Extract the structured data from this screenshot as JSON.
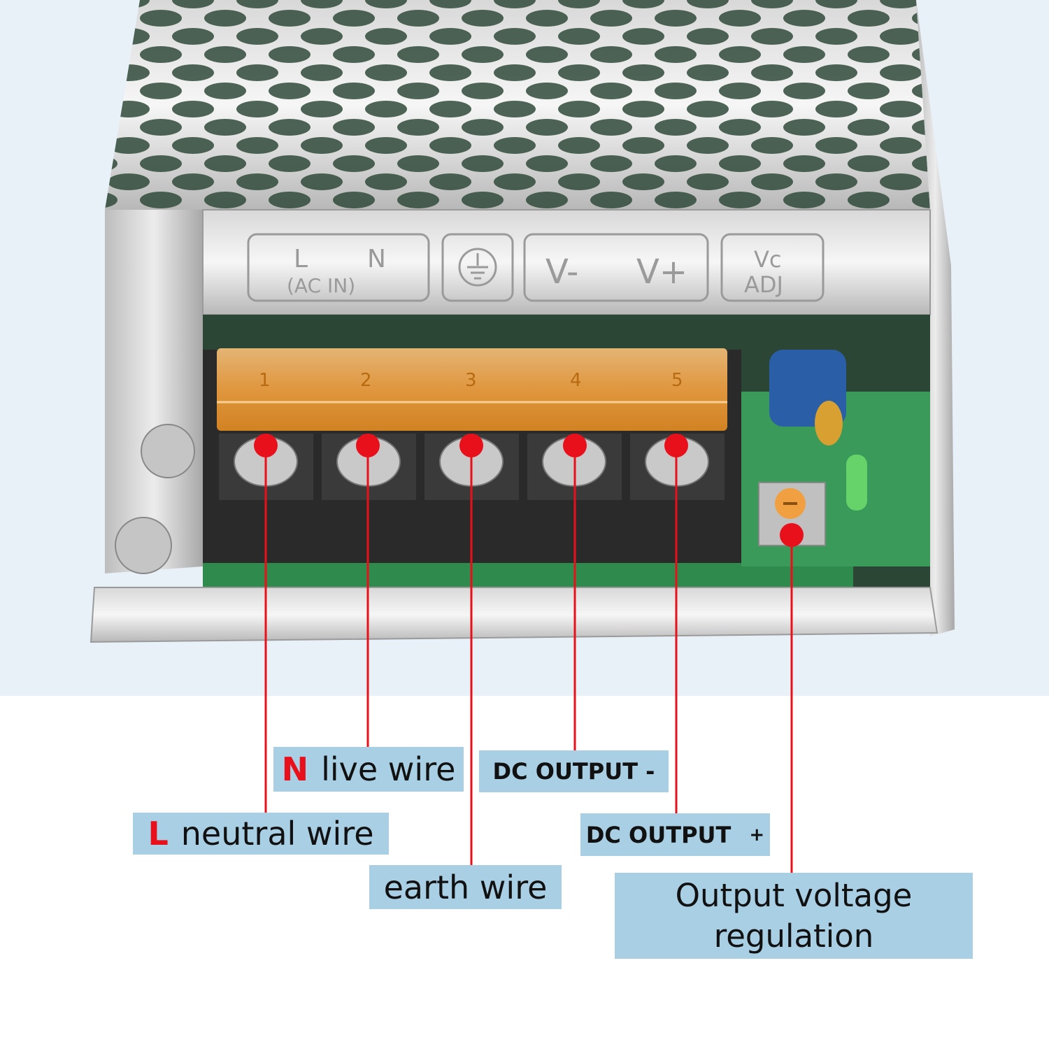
{
  "terminal_labels": {
    "ac_l": "L",
    "ac_n": "N",
    "ac_in": "(AC IN)",
    "v_minus": "V-",
    "v_plus": "V+",
    "vc": "Vc",
    "adj": "ADJ",
    "numbers": [
      "1",
      "2",
      "3",
      "4",
      "5"
    ]
  },
  "callouts": {
    "live": {
      "letter": "N",
      "text": "live wire"
    },
    "neutral": {
      "letter": "L",
      "text": "neutral wire"
    },
    "earth": {
      "text": "earth wire"
    },
    "dc_minus": {
      "text": "DC OUTPUT -"
    },
    "dc_plus": {
      "text": "DC OUTPUT",
      "sign": "+"
    },
    "voltage": {
      "line1": "Output voltage",
      "line2": "regulation"
    }
  },
  "colors": {
    "leader": "#e8101a",
    "callout_bg": "#a9cfe4",
    "background": "#e8f1f8",
    "terminal_cover": "#f0a040"
  }
}
